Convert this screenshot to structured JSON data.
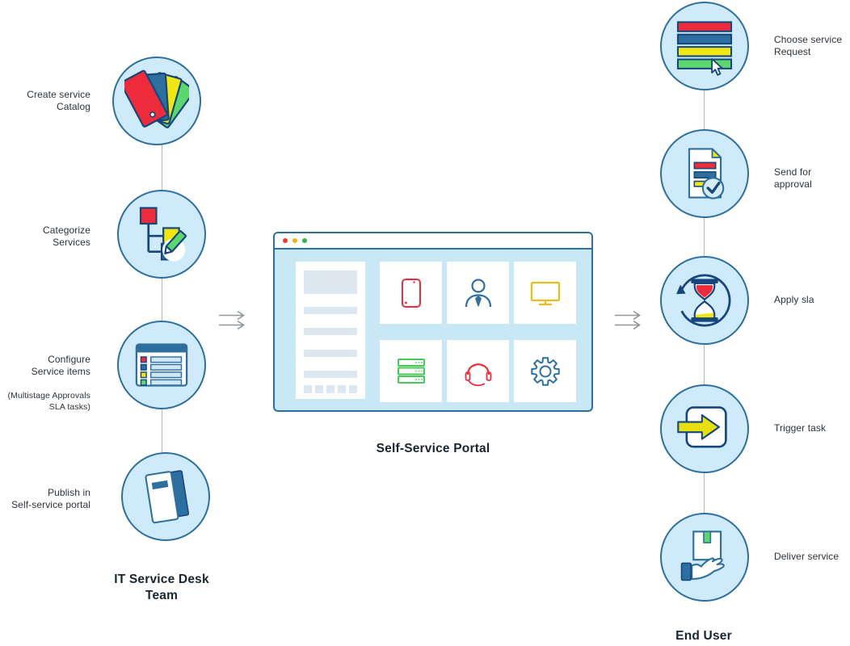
{
  "colors": {
    "red": "#ee2b3b",
    "steel_blue": "#2d6f9e",
    "navy": "#16477c",
    "yellow": "#f0e612",
    "green": "#5cd66d",
    "circle_fill": "#cfeafa",
    "browser_body": "#c9e8f6",
    "window_dots": [
      "#e23b3b",
      "#e7b416",
      "#37b34a"
    ],
    "connector_gray": "#aeb9bf"
  },
  "left_flow": {
    "title": "IT Service Desk\nTeam",
    "steps": [
      {
        "label": "Create service\nCatalog",
        "icon": "color-tags-icon"
      },
      {
        "label": "Categorize\nServices",
        "icon": "category-tree-icon"
      },
      {
        "label": "Configure\nService items",
        "sublabel": "(Multistage Approvals\nSLA tasks)",
        "icon": "service-items-list-icon"
      },
      {
        "label": "Publish in\nSelf-service portal",
        "icon": "brochure-icon"
      }
    ]
  },
  "portal": {
    "title": "Self-Service Portal",
    "tiles": [
      "mobile-phone-icon",
      "user-icon",
      "monitor-icon",
      "servers-icon",
      "headset-icon",
      "gear-icon"
    ]
  },
  "right_flow": {
    "title": "End User",
    "steps": [
      {
        "label": "Choose service\nRequest",
        "icon": "service-list-cursor-icon"
      },
      {
        "label": "Send for approval",
        "icon": "approved-document-icon"
      },
      {
        "label": "Apply sla",
        "icon": "sla-hourglass-icon"
      },
      {
        "label": "Trigger task",
        "icon": "trigger-task-icon"
      },
      {
        "label": "Deliver service",
        "icon": "deliver-box-icon"
      }
    ]
  }
}
